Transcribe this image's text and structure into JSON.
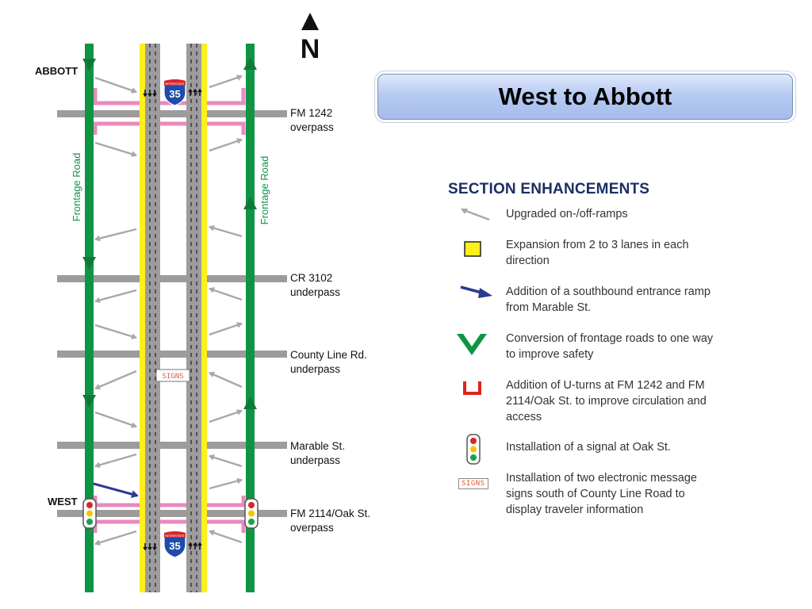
{
  "header": {
    "title": "West to Abbott"
  },
  "compass": {
    "label": "N"
  },
  "towns": {
    "north": "ABBOTT",
    "south": "WEST"
  },
  "frontage": {
    "left_label": "Frontage Road",
    "right_label": "Frontage Road"
  },
  "interstate": {
    "shield_number": "35",
    "shield_banner": "INTERSTATE"
  },
  "crossings": [
    {
      "name": "FM 1242",
      "type": "overpass"
    },
    {
      "name": "CR 3102",
      "type": "underpass"
    },
    {
      "name": "County Line Rd.",
      "type": "underpass"
    },
    {
      "name": "Marable St.",
      "type": "underpass"
    },
    {
      "name": "FM 2114/Oak St.",
      "type": "overpass"
    }
  ],
  "signs_label": "SIGNS",
  "legend": {
    "heading": "SECTION ENHANCEMENTS",
    "items": [
      {
        "icon": "ramp-arrow-icon",
        "text": "Upgraded on-/off-ramps"
      },
      {
        "icon": "yellow-lane-square-icon",
        "text": "Expansion from 2 to 3 lanes in each direction"
      },
      {
        "icon": "blue-arrow-icon",
        "text": "Addition of a southbound entrance ramp from Marable St."
      },
      {
        "icon": "green-chevron-icon",
        "text": "Conversion of frontage roads to one way to improve safety"
      },
      {
        "icon": "u-turn-icon",
        "text": "Addition of U-turns at FM 1242 and FM 2114/Oak St. to improve circulation and access"
      },
      {
        "icon": "traffic-signal-icon",
        "text": "Installation of a signal at Oak St."
      },
      {
        "icon": "signs-icon",
        "text": "Installation of two electronic message signs south of County Line Road to display traveler information"
      }
    ]
  },
  "colors": {
    "frontage_green": "#0f9444",
    "lane_yellow": "#ffef1a",
    "road_gray": "#9c9c9c",
    "uturn_pink": "#e98ac0",
    "ramp_gray": "#a8a8a8",
    "new_ramp_blue": "#2b3990",
    "heading_navy": "#1c2e63"
  }
}
